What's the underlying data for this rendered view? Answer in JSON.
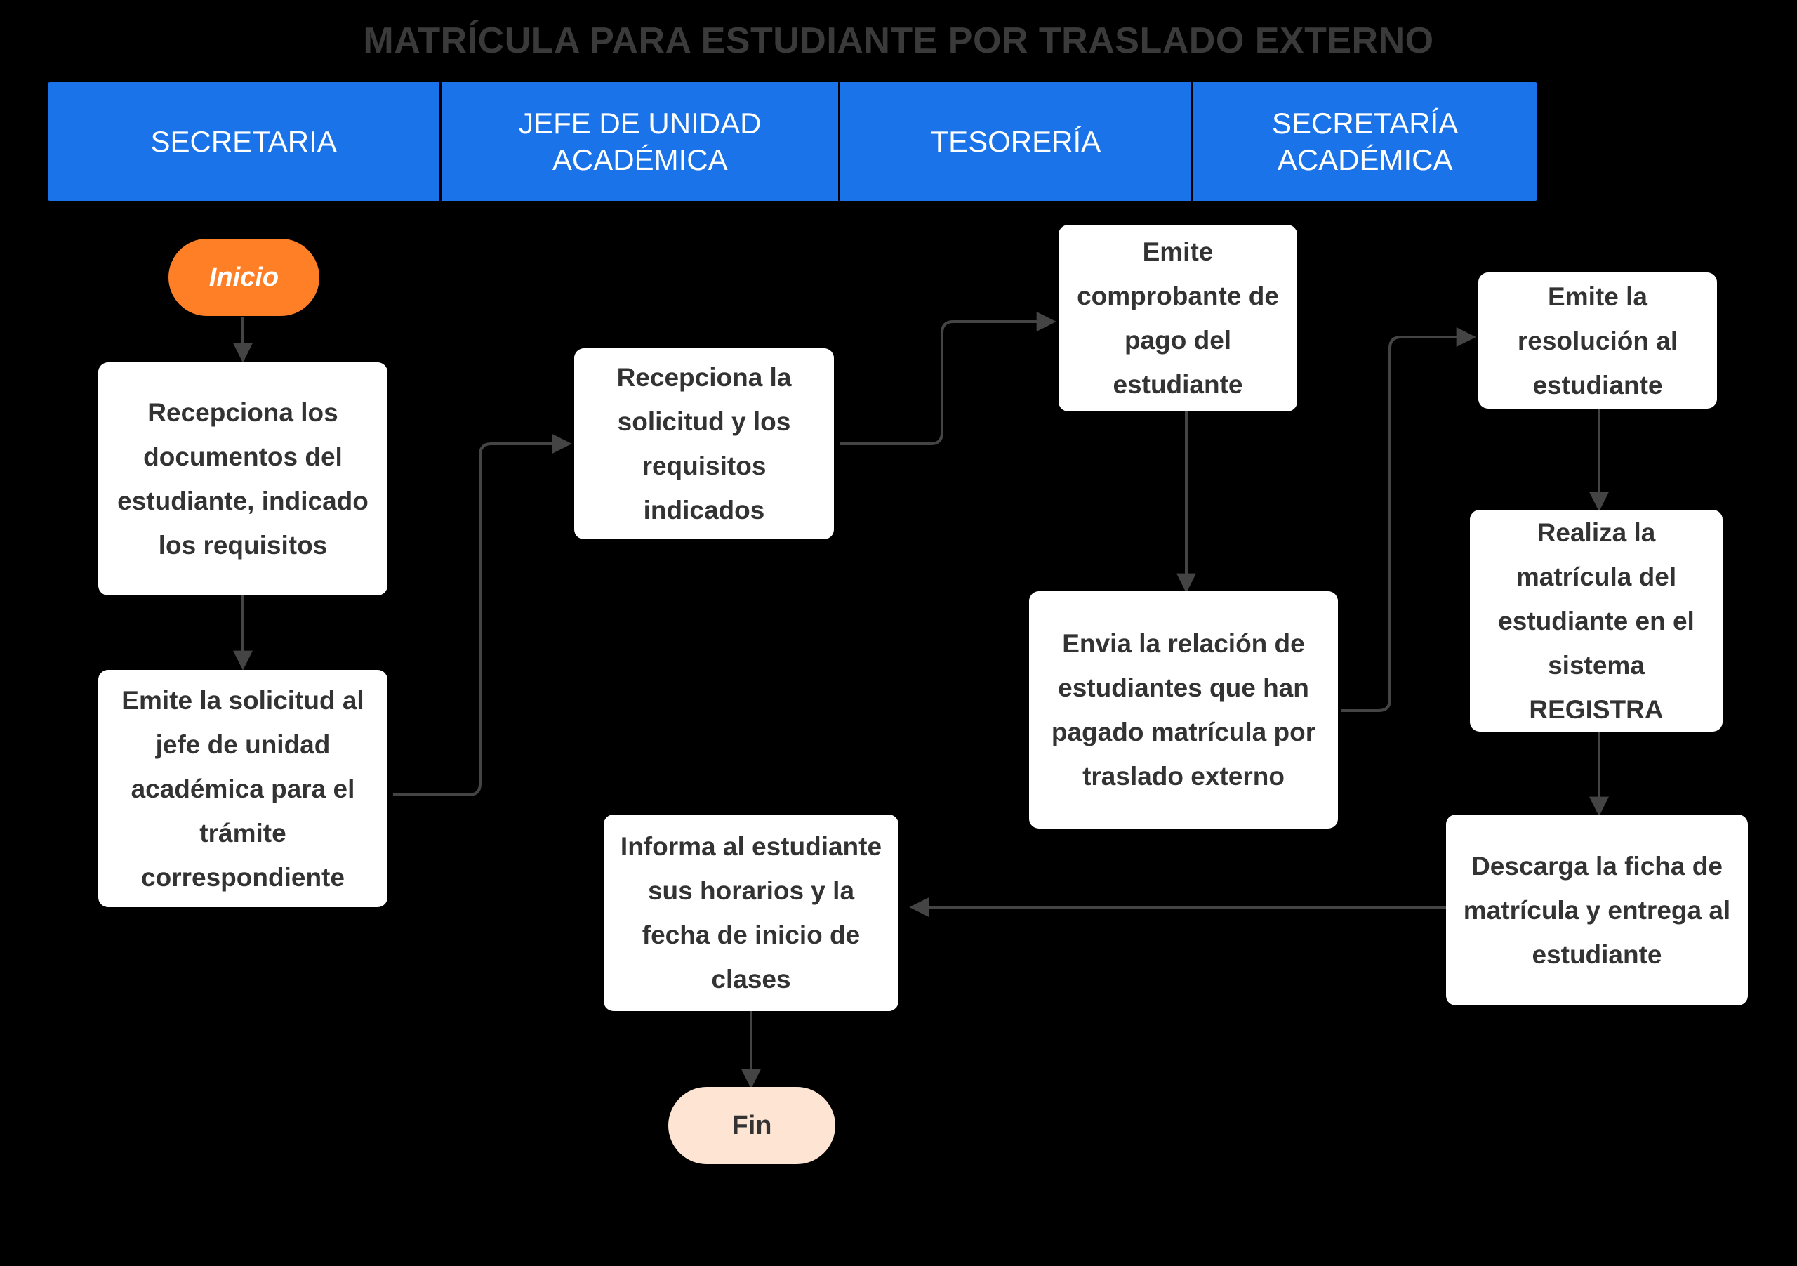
{
  "title": "MATRÍCULA PARA ESTUDIANTE POR TRASLADO EXTERNO",
  "colors": {
    "background": "#000000",
    "lane_header": "#1a73e8",
    "lane_header_text": "#ffffff",
    "process_fill": "#ffffff",
    "process_text": "#333333",
    "start_fill": "#FF7F27",
    "start_text": "#ffffff",
    "end_fill": "#FDE4D3",
    "end_text": "#333333",
    "connector": "#444444",
    "title_text": "#3a3a3a"
  },
  "lanes": [
    {
      "id": "secretaria",
      "label": "SECRETARIA"
    },
    {
      "id": "jefe-unidad-academica",
      "label": "JEFE DE UNIDAD ACADÉMICA"
    },
    {
      "id": "tesoreria",
      "label": "TESORERÍA"
    },
    {
      "id": "secretaria-academica",
      "label": "SECRETARÍA ACADÉMICA"
    }
  ],
  "nodes": [
    {
      "id": "inicio",
      "lane": "secretaria",
      "type": "terminator-start",
      "label": "Inicio"
    },
    {
      "id": "recepciona-documentos",
      "lane": "secretaria",
      "type": "process",
      "label": "Recepciona los documentos del estudiante, indicado los requisitos"
    },
    {
      "id": "emite-solicitud",
      "lane": "secretaria",
      "type": "process",
      "label": "Emite la solicitud al jefe de unidad académica para el trámite correspondiente"
    },
    {
      "id": "recepciona-solicitud",
      "lane": "jefe-unidad-academica",
      "type": "process",
      "label": "Recepciona la solicitud y los requisitos indicados"
    },
    {
      "id": "emite-comprobante",
      "lane": "tesoreria",
      "type": "process",
      "label": "Emite comprobante de pago del estudiante"
    },
    {
      "id": "envia-relacion",
      "lane": "tesoreria",
      "type": "process",
      "label": "Envia la relación de estudiantes que han pagado matrícula por traslado externo"
    },
    {
      "id": "emite-resolucion",
      "lane": "secretaria-academica",
      "type": "process",
      "label": "Emite la resolución al estudiante"
    },
    {
      "id": "realiza-matricula",
      "lane": "secretaria-academica",
      "type": "process",
      "label": "Realiza la matrícula del estudiante en el sistema REGISTRA"
    },
    {
      "id": "descarga-ficha",
      "lane": "secretaria-academica",
      "type": "process",
      "label": "Descarga la ficha de matrícula y entrega al estudiante"
    },
    {
      "id": "informa-estudiante",
      "lane": "jefe-unidad-academica",
      "type": "process",
      "label": "Informa al estudiante sus horarios y la fecha de inicio de clases"
    },
    {
      "id": "fin",
      "lane": "jefe-unidad-academica",
      "type": "terminator-end",
      "label": "Fin"
    }
  ],
  "edges": [
    {
      "from": "inicio",
      "to": "recepciona-documentos"
    },
    {
      "from": "recepciona-documentos",
      "to": "emite-solicitud"
    },
    {
      "from": "emite-solicitud",
      "to": "recepciona-solicitud"
    },
    {
      "from": "recepciona-solicitud",
      "to": "emite-comprobante"
    },
    {
      "from": "emite-comprobante",
      "to": "envia-relacion"
    },
    {
      "from": "envia-relacion",
      "to": "emite-resolucion"
    },
    {
      "from": "emite-resolucion",
      "to": "realiza-matricula"
    },
    {
      "from": "realiza-matricula",
      "to": "descarga-ficha"
    },
    {
      "from": "descarga-ficha",
      "to": "informa-estudiante"
    },
    {
      "from": "informa-estudiante",
      "to": "fin"
    }
  ]
}
